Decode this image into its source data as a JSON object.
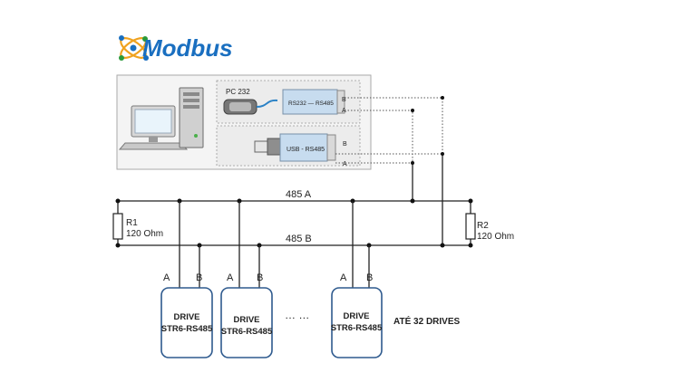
{
  "logo": {
    "text": "Modbus",
    "colors": {
      "text": "#1a6fc0",
      "atom": "#f0a21e"
    }
  },
  "equipment": {
    "pc232_label": "PC 232",
    "rs232_converter_label": "RS232 — RS485",
    "usb_converter_label": "USB - RS485",
    "rs232_b": "B",
    "rs232_a": "A",
    "usb_b": "B",
    "usb_a": "A"
  },
  "bus": {
    "line_a_label": "485 A",
    "line_b_label": "485 B",
    "r1_name": "R1",
    "r1_value": "120 Ohm",
    "r2_name": "R2",
    "r2_value": "120 Ohm"
  },
  "drives": [
    {
      "pin_a": "A",
      "pin_b": "B",
      "line1": "DRIVE",
      "line2": "STR6-RS485"
    },
    {
      "pin_a": "A",
      "pin_b": "B",
      "line1": "DRIVE",
      "line2": "STR6-RS485"
    },
    {
      "pin_a": "A",
      "pin_b": "B",
      "line1": "DRIVE",
      "line2": "STR6-RS485"
    }
  ],
  "ellipsis": "… …",
  "max_drives_label": "ATÉ 32 DRIVES"
}
